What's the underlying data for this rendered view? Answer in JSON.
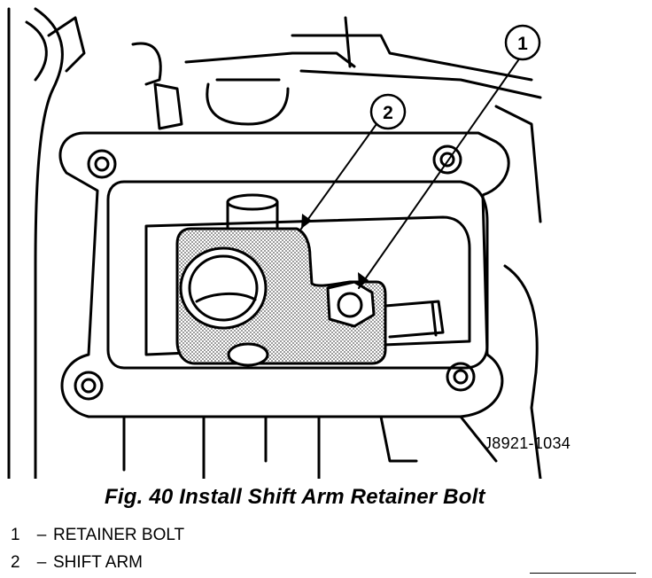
{
  "figure": {
    "code": "J8921-1034",
    "caption": "Fig. 40 Install Shift Arm Retainer Bolt",
    "callouts": [
      {
        "number": "1"
      },
      {
        "number": "2"
      }
    ]
  },
  "legend": {
    "items": [
      {
        "number": "1",
        "dash": "–",
        "label": "RETAINER BOLT"
      },
      {
        "number": "2",
        "dash": "–",
        "label": "SHIFT ARM"
      }
    ]
  },
  "colors": {
    "ink": "#000000",
    "shading": "#9a9a9a",
    "paper": "#ffffff"
  }
}
